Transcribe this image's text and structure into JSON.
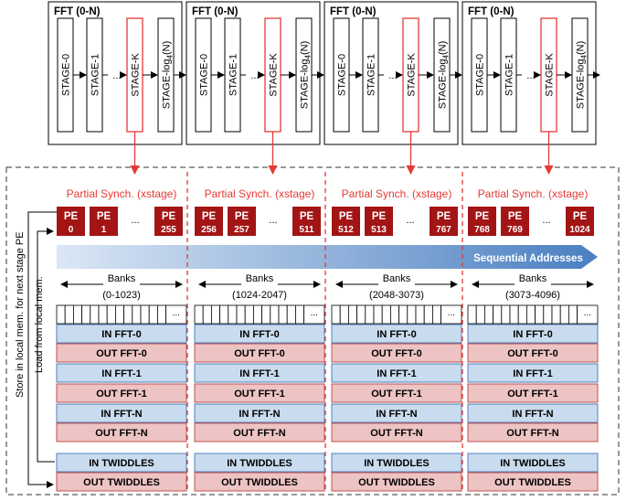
{
  "fft_block": {
    "title": "FFT (0-N)",
    "stages": [
      "STAGE-0",
      "STAGE-1",
      "STAGE-K"
    ],
    "last_stage_prefix": "STAGE-log",
    "last_stage_sub": "4",
    "last_stage_suffix": "(N)",
    "ellipsis": "..."
  },
  "partition": {
    "sync_label": "Partial Synch. (xstage)",
    "pe_prefix": "PE",
    "ellipsis": "...",
    "banks_label": "Banks"
  },
  "partitions": [
    {
      "pe_ids": [
        "0",
        "1",
        "255"
      ],
      "bank_range": "(0-1023)"
    },
    {
      "pe_ids": [
        "256",
        "257",
        "511"
      ],
      "bank_range": "(1024-2047)"
    },
    {
      "pe_ids": [
        "512",
        "513",
        "767"
      ],
      "bank_range": "(2048-3073)"
    },
    {
      "pe_ids": [
        "768",
        "769",
        "1024"
      ],
      "bank_range": "(3073-4096)"
    }
  ],
  "sequential_addresses": "Sequential Addresses",
  "memory_rows": [
    "IN FFT-0",
    "OUT FFT-0",
    "IN FFT-1",
    "OUT FFT-1",
    "IN FFT-N",
    "OUT FFT-N"
  ],
  "twiddle_rows": [
    "IN TWIDDLES",
    "OUT TWIDDLES"
  ],
  "side_labels": {
    "store": "Store in local mem. for next stage PE",
    "load": "Load from local mem."
  },
  "colors": {
    "accent_red": "#e53935",
    "pe_fill": "#a31515",
    "in_fill": "#c9dbee",
    "in_stroke": "#4f81bd",
    "out_fill": "#edc3c3",
    "out_stroke": "#c0504d",
    "arrow_start": "#dbe7f5",
    "arrow_end": "#4a7fc1"
  }
}
